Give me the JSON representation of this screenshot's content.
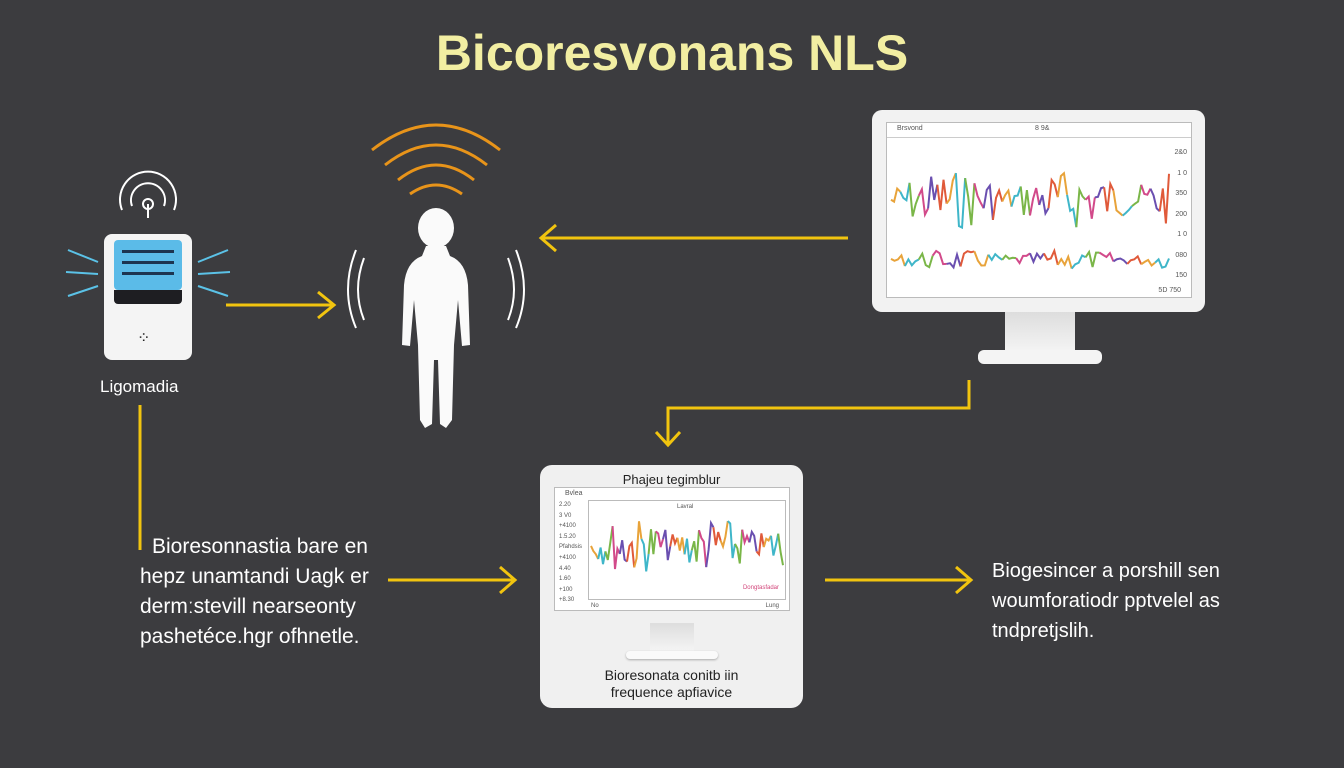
{
  "title": "Bicoresvonans NLS",
  "device": {
    "label": "Ligomadia"
  },
  "top_monitor": {
    "tab": "Brsvond",
    "header": "8 9&",
    "y_ticks": [
      "2&0",
      "1 0",
      "350",
      "200",
      "1 0",
      "080",
      "150"
    ],
    "footer": "5D 750"
  },
  "bottom_monitor": {
    "heading": "Phajeu tegimblur",
    "tab": "Bvlea",
    "plot_title": "Lavral",
    "y_ticks": [
      "2.20",
      "3 V0",
      "+4100",
      "1.5.20",
      "Pfahdsis",
      "+4100",
      "4.40",
      "1.60",
      "+100",
      "+8.30"
    ],
    "legend": "Dongtasfadar",
    "x_left": "No",
    "x_right": "Lung",
    "caption": [
      "Bioresonata conitb iin",
      "frequence apfiavice"
    ]
  },
  "left_text": [
    "Bioresonnastia bare en",
    "hepz unamtandi Uagk er",
    "dermːstevill nearseonty",
    "pashetéce.hgr ofhnetle."
  ],
  "right_text": [
    "Biogesincer a porshill sen",
    "woumforatiodr pptvelel as",
    "tndpretjslih."
  ],
  "colors": {
    "accent": "#f1c40f",
    "title": "#f2eea2",
    "background": "#3c3c3f"
  }
}
